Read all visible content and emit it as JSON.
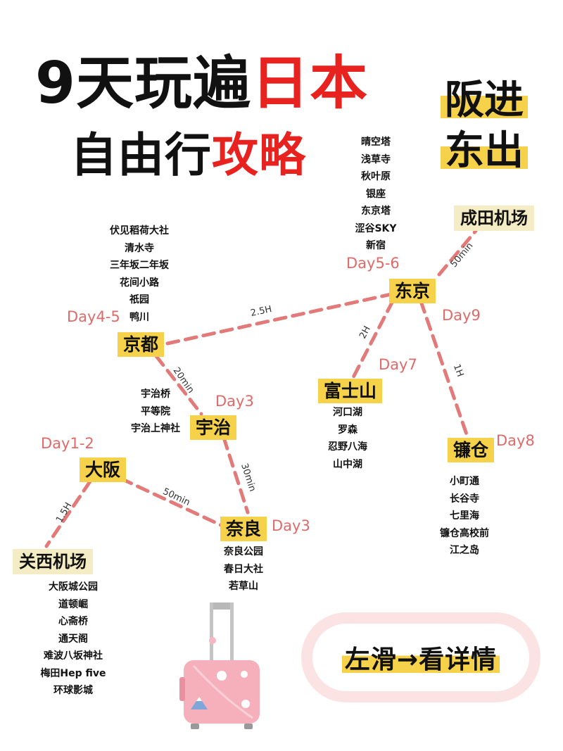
{
  "title": {
    "line1_black": "9天玩遍",
    "line1_red": "日本",
    "line2_black": "自由行",
    "line2_red": "攻略"
  },
  "tagline": {
    "line1": "阪进",
    "line2": "东出"
  },
  "cities": {
    "kyoto": "京都",
    "uji": "宇治",
    "osaka": "大阪",
    "nara": "奈良",
    "tokyo": "东京",
    "fuji": "富士山",
    "kamakura": "镰仓",
    "kansai_airport": "关西机场",
    "narita_airport": "成田机场"
  },
  "days": {
    "kyoto": "Day4-5",
    "uji": "Day3",
    "osaka": "Day1-2",
    "nara": "Day3",
    "tokyo": "Day5-6",
    "fuji": "Day7",
    "kamakura": "Day8",
    "tokyo_kamakura": "Day9"
  },
  "spots": {
    "kyoto": [
      "伏见稻荷大社",
      "清水寺",
      "三年坂二年坂",
      "花间小路",
      "祇园",
      "鸭川"
    ],
    "uji": [
      "宇治桥",
      "平等院",
      "宇治上神社"
    ],
    "nara": [
      "奈良公园",
      "春日大社",
      "若草山"
    ],
    "tokyo": [
      "晴空塔",
      "浅草寺",
      "秋叶原",
      "银座",
      "东京塔",
      "涩谷SKY",
      "新宿"
    ],
    "fuji": [
      "河口湖",
      "罗森",
      "忍野八海",
      "山中湖"
    ],
    "kamakura": [
      "小町通",
      "长谷寺",
      "七里海",
      "镰仓高校前",
      "江之岛"
    ],
    "osaka": [
      "大阪城公园",
      "道顿崛",
      "心斋桥",
      "通天阁",
      "难波八坂神社",
      "梅田Hep five",
      "环球影城"
    ]
  },
  "route_times": {
    "kyoto_tokyo": "2.5H",
    "kyoto_uji": "20min",
    "uji_nara": "30min",
    "osaka_nara": "50min",
    "osaka_kansai": "1.5H",
    "tokyo_narita": "50min",
    "tokyo_fuji": "2H",
    "tokyo_kamakura": "1H"
  },
  "cta": {
    "label": "左滑→看详情"
  },
  "colors": {
    "accent_red": "#e8231f",
    "highlight_yellow": "#f6d24a",
    "route_pink": "#e27a7a",
    "day_pink": "#e06a6a",
    "cta_pink": "#fbe3e3"
  },
  "icons": {
    "suitcase": "suitcase-illustration"
  }
}
